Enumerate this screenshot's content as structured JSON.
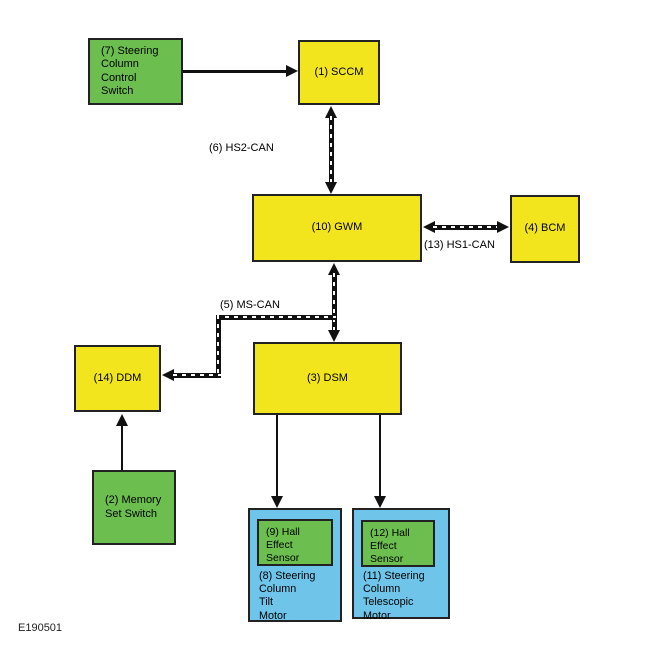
{
  "figure": {
    "id": "E190501"
  },
  "colors": {
    "module_yellow": "#f2e51d",
    "switch_green": "#6cbe4e",
    "motor_blue": "#6fc5e9",
    "line_black": "#111111",
    "background": "#ffffff"
  },
  "nodes": {
    "sccm": {
      "label": "(1) SCCM"
    },
    "memory_set_switch": {
      "lines": [
        "(2) Memory",
        "Set Switch"
      ]
    },
    "dsm": {
      "label": "(3) DSM"
    },
    "bcm": {
      "label": "(4) BCM"
    },
    "steering_column_control_switch": {
      "lines": [
        "(7) Steering",
        "Column",
        "Control",
        "Switch"
      ]
    },
    "tilt_motor": {
      "lines": [
        "(8) Steering",
        "Column",
        "Tilt",
        "Motor"
      ]
    },
    "tilt_hall_sensor": {
      "lines": [
        "(9) Hall",
        "Effect",
        "Sensor"
      ]
    },
    "gwm": {
      "label": "(10) GWM"
    },
    "telescopic_motor": {
      "lines": [
        "(11) Steering",
        "Column",
        "Telescopic",
        "Motor"
      ]
    },
    "telescopic_hall_sensor": {
      "lines": [
        "(12) Hall",
        "Effect",
        "Sensor"
      ]
    },
    "ddm": {
      "label": "(14) DDM"
    }
  },
  "buses": {
    "ms_can": "(5) MS-CAN",
    "hs2_can": "(6) HS2-CAN",
    "hs1_can": "(13) HS1-CAN"
  },
  "connections": [
    {
      "from": "steering_column_control_switch",
      "to": "sccm",
      "style": "solid",
      "direction": "one-way"
    },
    {
      "from": "sccm",
      "to": "gwm",
      "style": "twisted-pair",
      "direction": "two-way",
      "bus": "hs2_can"
    },
    {
      "from": "gwm",
      "to": "bcm",
      "style": "twisted-pair",
      "direction": "two-way",
      "bus": "hs1_can"
    },
    {
      "from": "gwm",
      "to": "dsm",
      "style": "twisted-pair",
      "direction": "two-way",
      "bus": "ms_can"
    },
    {
      "from": "gwm",
      "to": "ddm",
      "style": "twisted-pair",
      "direction": "one-way",
      "bus": "ms_can"
    },
    {
      "from": "memory_set_switch",
      "to": "ddm",
      "style": "solid",
      "direction": "one-way"
    },
    {
      "from": "dsm",
      "to": "tilt_motor",
      "style": "solid",
      "direction": "one-way"
    },
    {
      "from": "dsm",
      "to": "telescopic_motor",
      "style": "solid",
      "direction": "one-way"
    }
  ]
}
